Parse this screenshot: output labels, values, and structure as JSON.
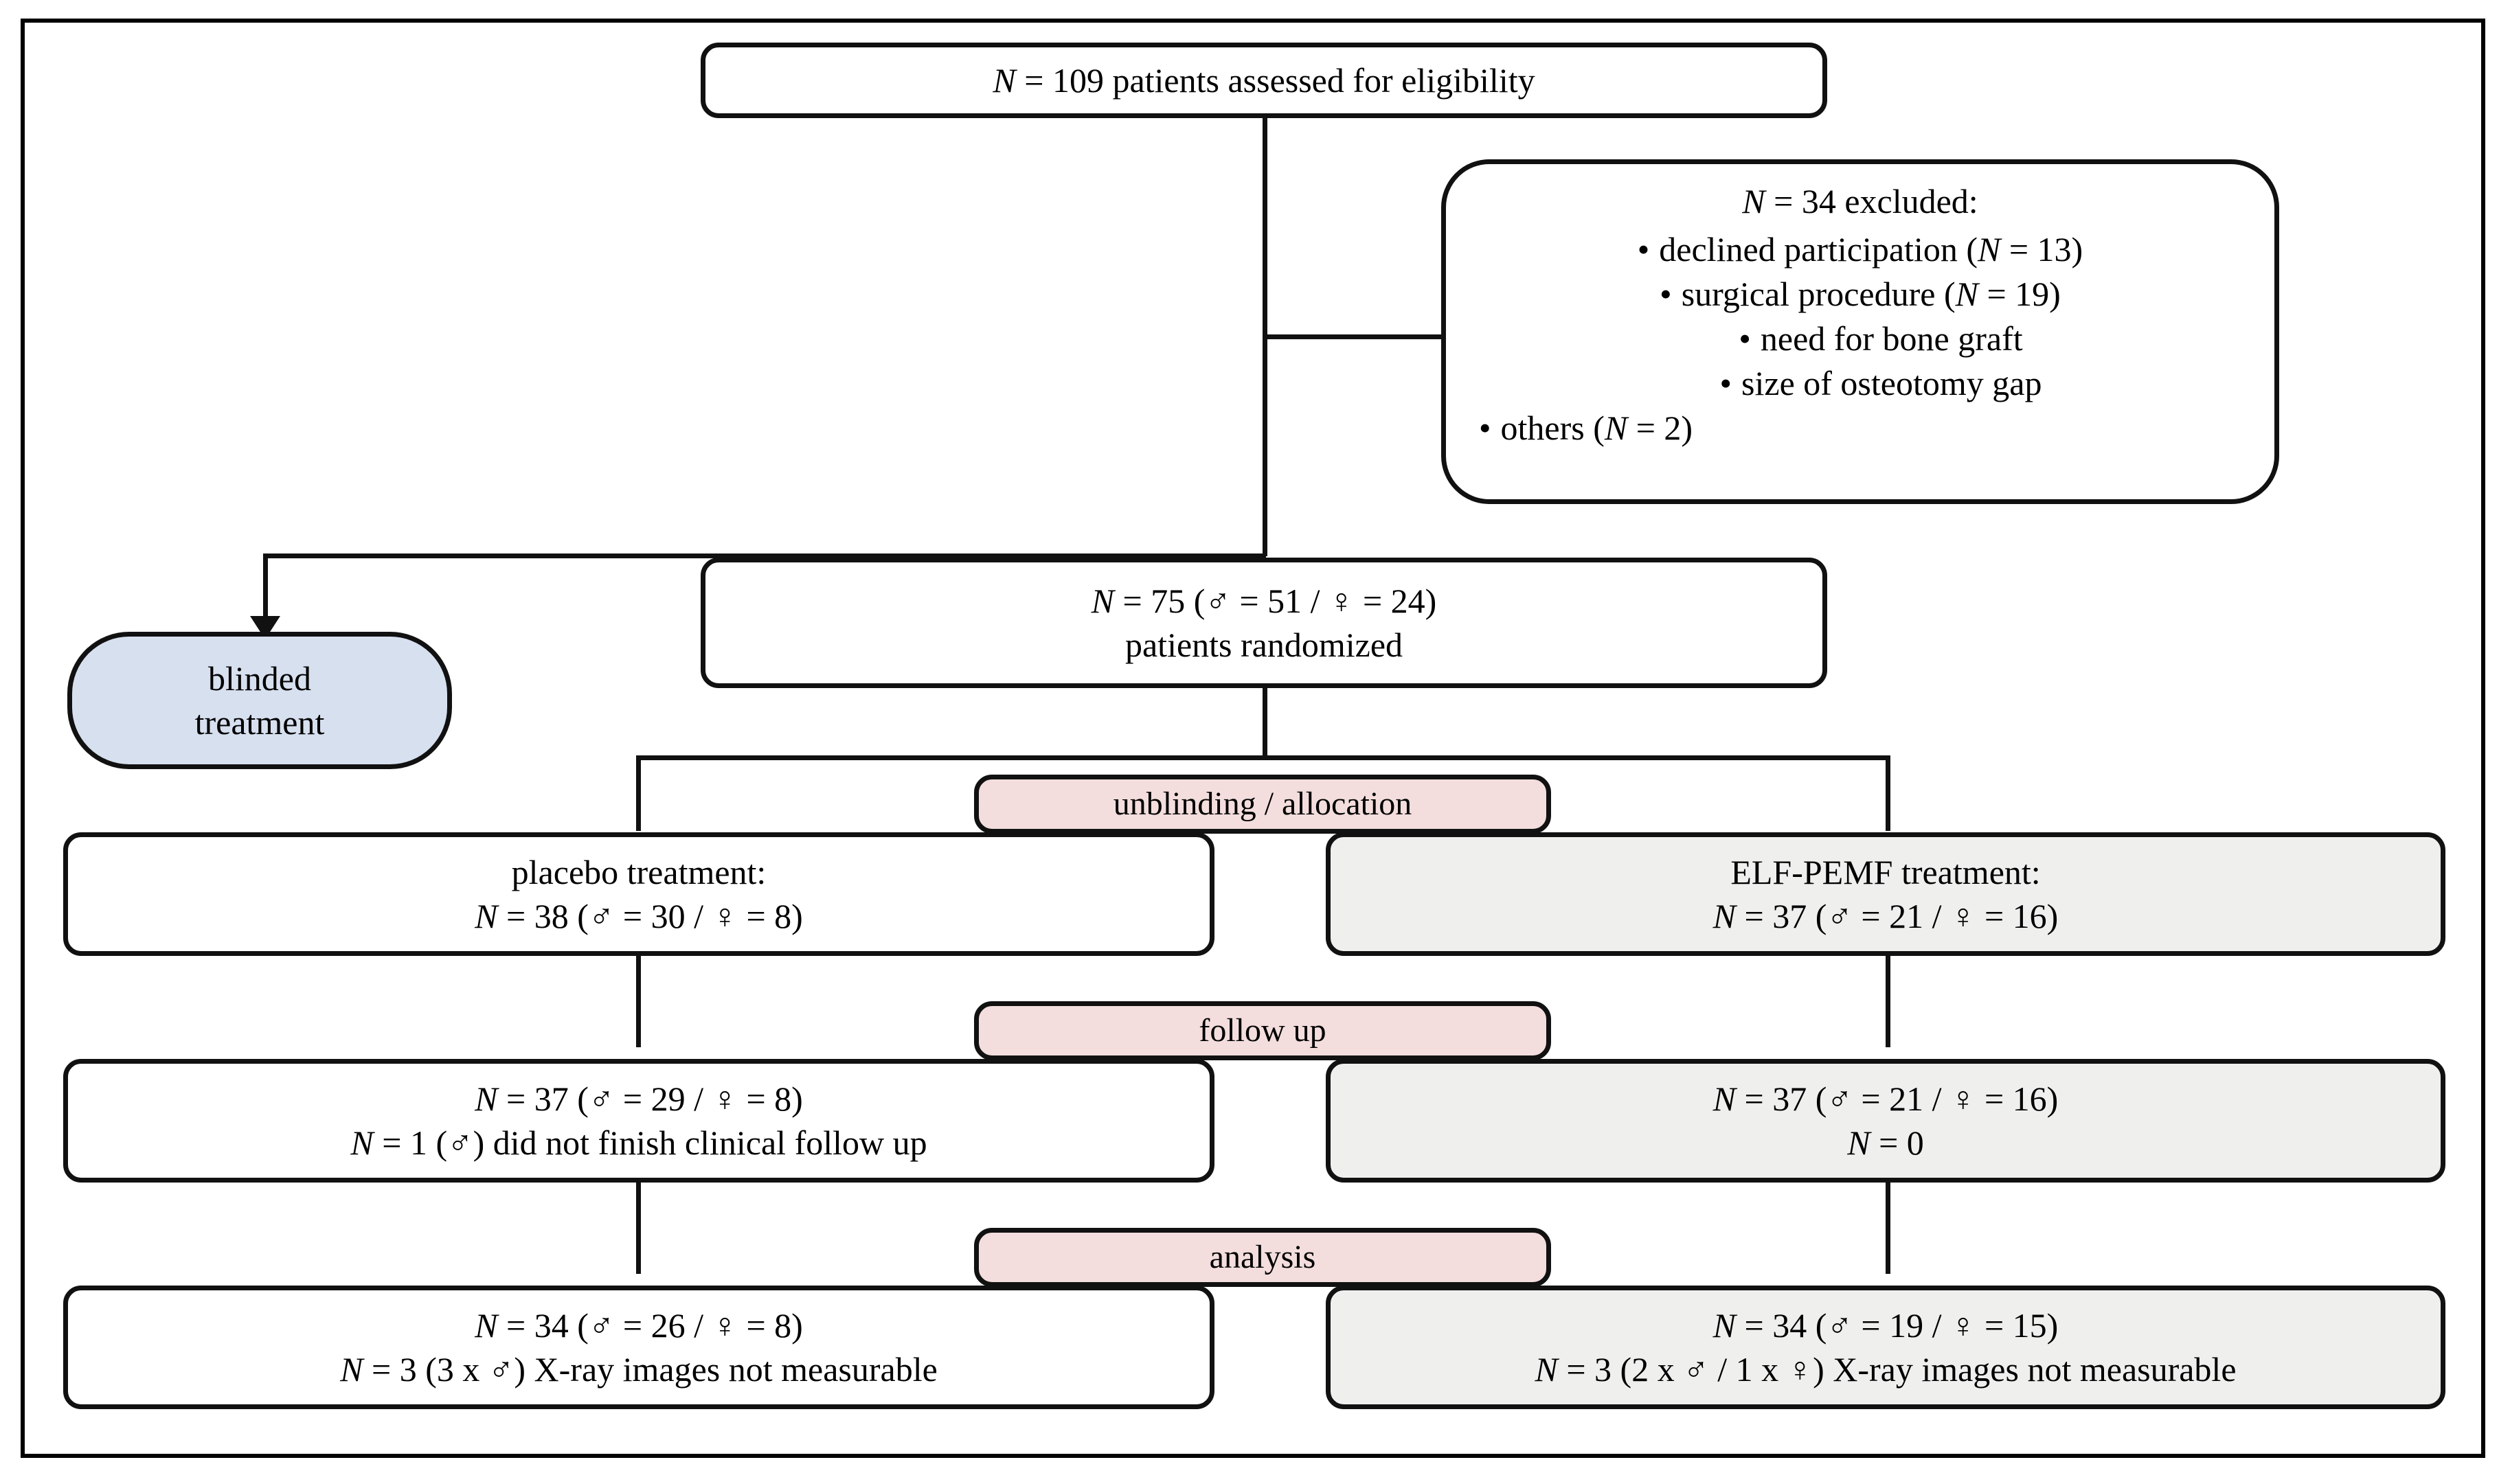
{
  "diagram": {
    "title": "CONSORT patient flow diagram",
    "colors": {
      "stage_label_fill": "#f3dedd",
      "treatment_arm_fill": "#efefee",
      "blinded_fill": "#d7e0ef",
      "line": "#111111",
      "background": "#ffffff"
    },
    "symbols": {
      "male": "♂",
      "female": "♀"
    },
    "nodes": {
      "eligibility": {
        "line1_pre": "N",
        "line1": " = 109 patients assessed for eligibility"
      },
      "excluded": {
        "header_pre": "N",
        "header": " = 34 excluded:",
        "items": [
          {
            "level": 1,
            "text": "declined participation (",
            "var": "N",
            "tail": " = 13)"
          },
          {
            "level": 1,
            "text": "surgical procedure (",
            "var": "N",
            "tail": " = 19)"
          },
          {
            "level": 2,
            "text": "need for bone graft",
            "var": "",
            "tail": ""
          },
          {
            "level": 2,
            "text": "size of osteotomy gap",
            "var": "",
            "tail": ""
          },
          {
            "level": 0,
            "text": "others (",
            "var": "N",
            "tail": " = 2)"
          }
        ]
      },
      "randomized": {
        "line1_pre": "N",
        "line1": " = 75 (♂ = 51 / ♀ = 24)",
        "line2": "patients randomized"
      },
      "blinded": {
        "line1": "blinded",
        "line2": "treatment"
      },
      "stage_allocation": {
        "label": "unblinding / allocation"
      },
      "stage_followup": {
        "label": "follow up"
      },
      "stage_analysis": {
        "label": "analysis"
      },
      "placebo_allocation": {
        "line1": "placebo treatment:",
        "line2_pre": "N",
        "line2": " = 38 (♂ = 30 / ♀ = 8)"
      },
      "elfpemf_allocation": {
        "line1": "ELF-PEMF treatment:",
        "line2_pre": "N",
        "line2": " = 37 (♂ = 21 / ♀ = 16)"
      },
      "placebo_followup": {
        "line1_pre": "N",
        "line1": " = 37 (♂ = 29 / ♀ = 8)",
        "line2_pre": "N",
        "line2": " = 1 (♂) did not finish clinical follow up"
      },
      "elfpemf_followup": {
        "line1_pre": "N",
        "line1": " = 37 (♂ = 21 / ♀ = 16)",
        "line2_pre": "N",
        "line2": " = 0"
      },
      "placebo_analysis": {
        "line1_pre": "N",
        "line1": " = 34 (♂ = 26 / ♀ = 8)",
        "line2_pre": "N",
        "line2": " = 3 (3 x ♂) X-ray images not measurable"
      },
      "elfpemf_analysis": {
        "line1_pre": "N",
        "line1": " = 34 (♂ = 19 / ♀ = 15)",
        "line2_pre": "N",
        "line2": " = 3 (2 x ♂ / 1 x ♀) X-ray images not measurable"
      }
    }
  }
}
